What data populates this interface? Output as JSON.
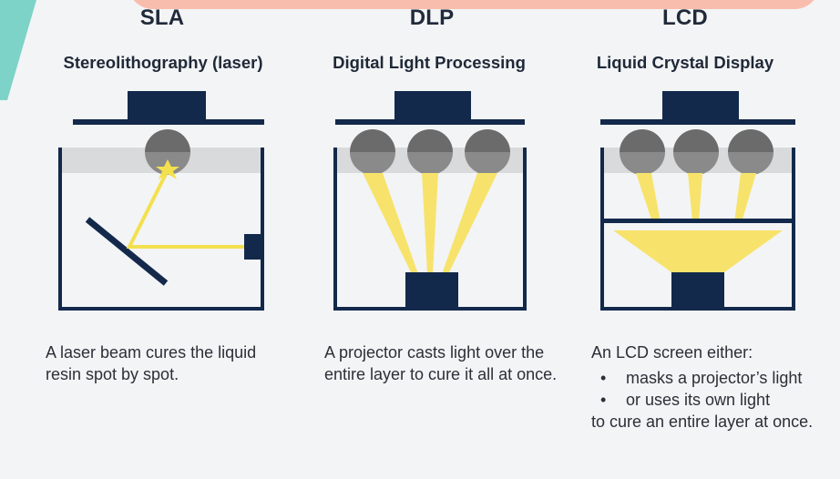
{
  "colors": {
    "navy": "#13294b",
    "gray_lens": "#6b6b6b",
    "resin_band": "#d9dadc",
    "light_beam": "#f7e36b",
    "laser_beam": "#f3e04f",
    "teal_accent": "#7dd3c7",
    "peach_band": "#f9b9a9",
    "text": "#2b2f36"
  },
  "icons": [
    "star-burst-icon",
    "mirror-icon",
    "laser-emitter-icon",
    "projector-icon",
    "lens-icon"
  ],
  "columns": [
    {
      "title": "SLA",
      "subtitle": "Stereolithography (laser)",
      "description": "A laser beam cures the liquid resin spot by spot."
    },
    {
      "title": "DLP",
      "subtitle": "Digital Light Processing",
      "description": "A projector casts light over the entire layer to cure it all at once."
    },
    {
      "title": "LCD",
      "subtitle": "Liquid Crystal Display",
      "description_intro": "An LCD screen either:",
      "bullets": [
        "masks a projector’s light",
        "or uses its own light"
      ],
      "description_outro": "to cure an entire layer at once."
    }
  ]
}
